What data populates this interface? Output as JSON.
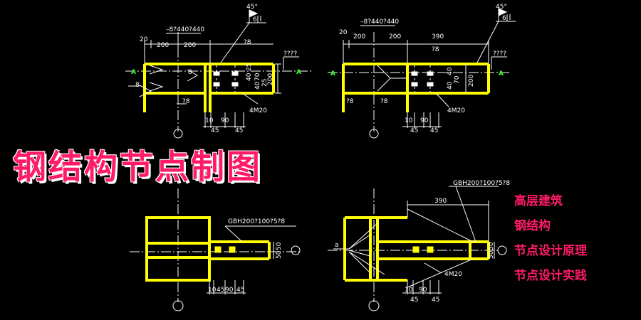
{
  "title": "钢结构节点制图",
  "sidebar": {
    "items": [
      "高层建筑",
      "钢结构",
      "节点设计原理",
      "节点设计实践"
    ]
  },
  "drawings": {
    "top_left": {
      "weld_angle": "45°",
      "weld_size": "6",
      "bolt_callout": "–8?440?440",
      "dims_top": [
        "20",
        "200",
        "200"
      ],
      "side_label": "????",
      "section_mark": "A",
      "dims_right": [
        "25",
        "40",
        "70",
        "40",
        "25",
        "200"
      ],
      "weld_left": "8",
      "weld_mid": "8",
      "plate_label_1": "?8",
      "plate_label_2": "?8",
      "bolts": "4M20",
      "dims_bottom": [
        "10",
        "90",
        "45",
        "45"
      ]
    },
    "top_right": {
      "weld_angle": "45°",
      "weld_size": "6",
      "bolt_callout": "–8?440?440",
      "dims_top": [
        "20",
        "200",
        "200",
        "390"
      ],
      "side_label": "????",
      "section_mark": "A",
      "dims_right": [
        "40",
        "70",
        "40",
        "200"
      ],
      "plate_label_1": "?8",
      "plate_label_2": "?8",
      "plate_label_3": "?8",
      "bolts": "4M20",
      "dims_bottom": [
        "10",
        "90",
        "45",
        "45"
      ]
    },
    "bottom_left": {
      "std_ref": "GBH200?100?5?8",
      "dims_right": [
        "50",
        "50"
      ],
      "dims_bottom": [
        "10",
        "45",
        "90",
        "45"
      ]
    },
    "bottom_right": {
      "std_ref": "GBH200?100?5?8",
      "dim_top": "390",
      "weld_left": "a",
      "dims_right": [
        "50",
        "50"
      ],
      "bolts": "4M20",
      "dims_bottom": [
        "10",
        "90",
        "45",
        "45"
      ]
    }
  },
  "colors": {
    "background": "#000000",
    "member": "#ffff00",
    "line": "#ffffff",
    "title": "#ff1a6a"
  }
}
